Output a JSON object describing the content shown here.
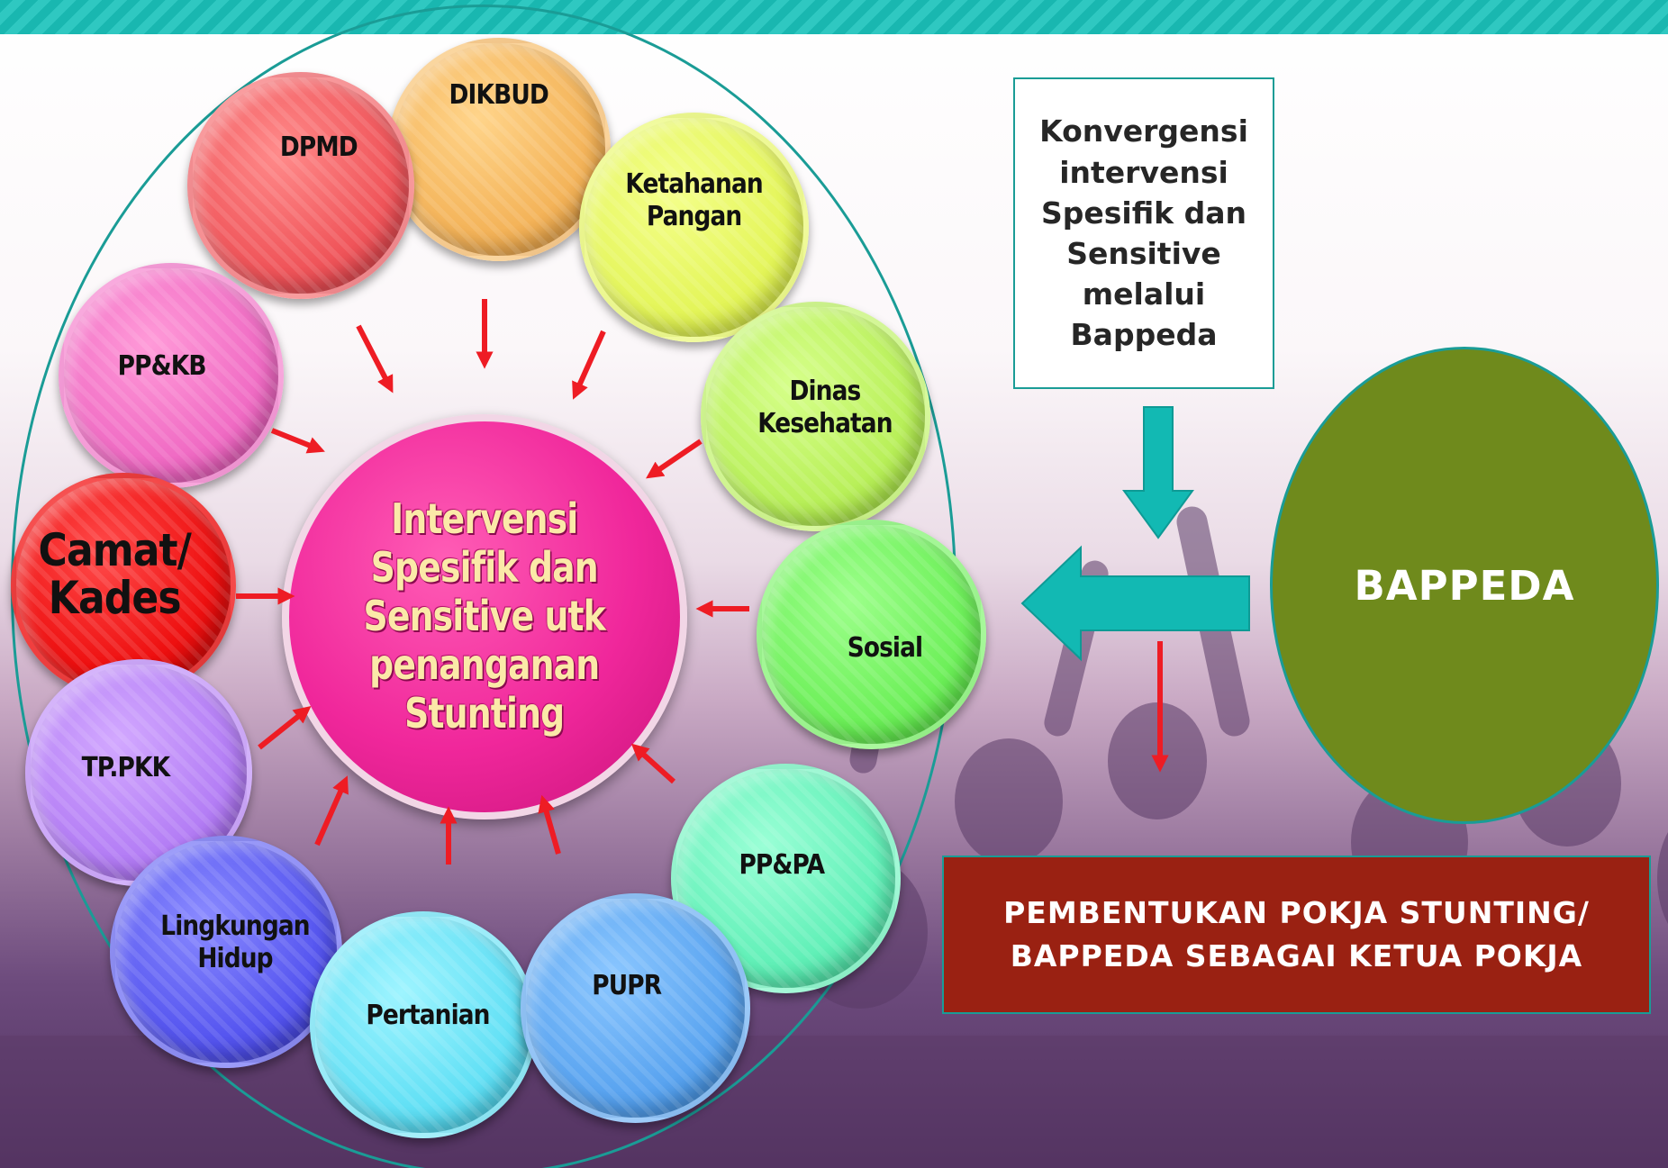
{
  "bubbles": {
    "dikbud": "DIKBUD",
    "dpmd": "DPMD",
    "ketahanan_pangan": "Ketahanan\nPangan",
    "ppkb": "PP&KB",
    "dinas_kesehatan": "Dinas\nKesehatan",
    "camat_kades": "Camat/\nKades",
    "sosial": "Sosial",
    "tppkk": "TP.PKK",
    "pppa": "PP&PA",
    "lingkungan_hidup": "Lingkungan\nHidup",
    "pertanian": "Pertanian",
    "pupr": "PUPR"
  },
  "center": {
    "label": "Intervensi\nSpesifik dan\nSensitive utk\npenanganan\nStunting"
  },
  "konvergensi_box": {
    "text": "Konvergensi\nintervensi\nSpesifik dan\nSensitive\nmelalui\nBappeda"
  },
  "bappeda": {
    "label": "BAPPEDA"
  },
  "pokja_box": {
    "text": "PEMBENTUKAN POKJA STUNTING/\nBAPPEDA SEBAGAI KETUA POKJA"
  },
  "colors": {
    "topbar": "#19b7b0",
    "oval_border": "#1a9c96",
    "center_fill": "#f0279b",
    "center_text": "#fbe9a8",
    "bappeda_fill": "#6f8a1c",
    "pokja_fill": "#9a2112",
    "arrow_red": "#ee1c24",
    "arrow_teal": "#12b9b3"
  }
}
